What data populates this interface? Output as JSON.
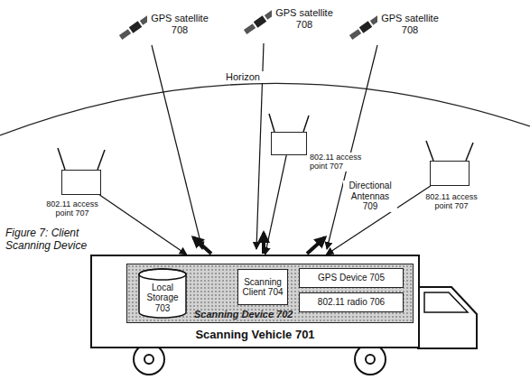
{
  "diagram": {
    "nodes": [
      {
        "text": [
          "802.11 access point 707"
        ]
      },
      {
        "text": [
          "802.11 access point 707"
        ]
      },
      {
        "text": [
          "802.11 access point 707"
        ]
      },
      {
        "text": [
          "Scanning Vehicle 701"
        ]
      },
      {
        "text": [
          "Scanning Device 702"
        ],
        "in": 3
      },
      {
        "text": [
          "Local Storage 703"
        ],
        "in": 4
      },
      {
        "text": [
          "Scanning Client 704"
        ],
        "in": 4
      },
      {
        "text": [
          "GPS Device 705"
        ],
        "in": 4
      },
      {
        "text": [
          "802.11 radio 706"
        ],
        "in": 4
      }
    ],
    "edges": [
      {
        "from": 0,
        "to": 3,
        "arrow": "to"
      },
      {
        "from": 1,
        "to": 3,
        "arrow": "to"
      },
      {
        "from": 2,
        "to": 3,
        "arrow": "to"
      },
      {
        "from": 6,
        "to": 5,
        "arrow": "to"
      },
      {
        "from": 8,
        "to": 6,
        "arrow": "to"
      }
    ],
    "labels": [
      "GPS satellite 708",
      "GPS satellite 708",
      "GPS satellite 708",
      "Horizon",
      "Directional Antennas 709",
      "Figure 7: Client Scanning Device"
    ]
  }
}
